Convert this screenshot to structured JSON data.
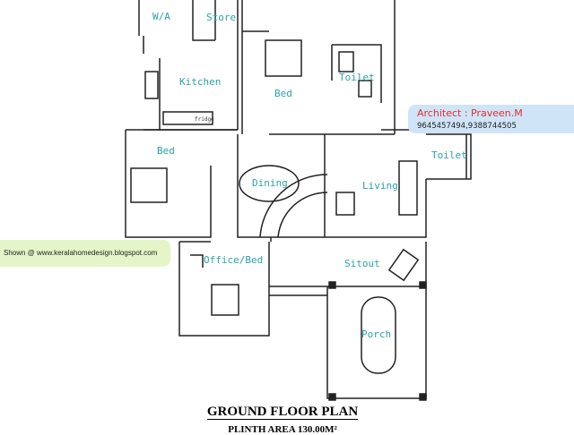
{
  "rooms": {
    "wa": "W/A",
    "store": "Store",
    "kitchen": "Kitchen",
    "bed_top": "Bed",
    "toilet_top": "Toilet",
    "toilet_right": "Toilet",
    "bed_left": "Bed",
    "dining": "Dining",
    "living": "Living",
    "office": "Office/Bed",
    "sitout": "Sitout",
    "porch": "Porch",
    "fridge": "fridge"
  },
  "architect": {
    "name": "Architect : Praveen.M",
    "phone": "9645457494,9388744505"
  },
  "credit": "Shown @  www.keralahomedesign.blogspot.com",
  "title": "GROUND FLOOR PLAN",
  "subtitle": "PLINTH AREA  130.00M²"
}
